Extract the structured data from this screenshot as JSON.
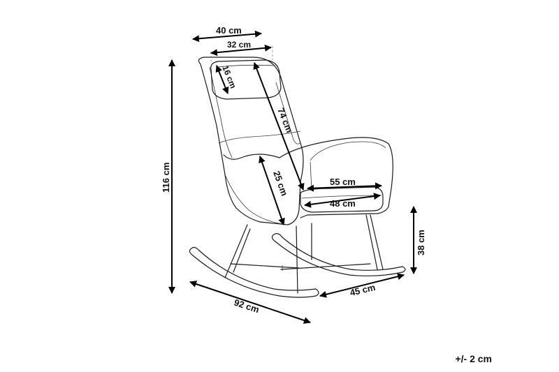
{
  "dimensions": {
    "headrest_width": "40 cm",
    "headrest_inner_width": "32 cm",
    "headrest_height": "16 cm",
    "backrest_height": "74 cm",
    "total_height": "116 cm",
    "back_lower_height": "25 cm",
    "seat_width": "55 cm",
    "seat_depth": "48 cm",
    "seat_height": "38 cm",
    "total_depth": "92 cm",
    "total_width": "45 cm"
  },
  "tolerance": "+/- 2 cm",
  "colors": {
    "ink": "#111111",
    "outline": "#1a1a1a",
    "background": "#ffffff"
  }
}
